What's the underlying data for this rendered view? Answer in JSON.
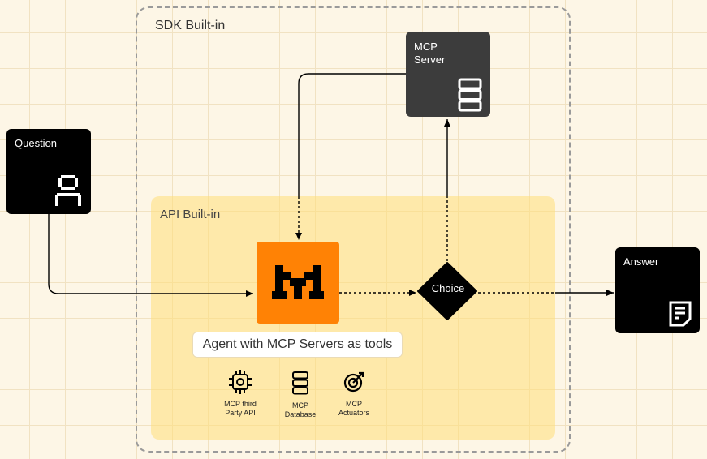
{
  "sdk": {
    "label": "SDK Built-in"
  },
  "api": {
    "label": "API Built-in"
  },
  "question": {
    "label": "Question",
    "icon": "user-icon"
  },
  "mcp_server": {
    "label": "MCP\nServer",
    "icon": "server-icon"
  },
  "agent": {
    "icon": "mistral-logo-icon",
    "caption": "Agent with MCP Servers as tools"
  },
  "choice": {
    "label": "Choice"
  },
  "answer": {
    "label": "Answer",
    "icon": "document-icon"
  },
  "tools": [
    {
      "label": "MCP third\nParty API",
      "icon": "chip-icon"
    },
    {
      "label": "MCP\nDatabase",
      "icon": "database-icon"
    },
    {
      "label": "MCP\nActuators",
      "icon": "target-icon"
    }
  ],
  "colors": {
    "background": "#fdf6e6",
    "api_zone": "#ffe58a",
    "agent": "#ff8205",
    "dark_box": "#000000",
    "mcp_box": "#3c3c3c"
  }
}
